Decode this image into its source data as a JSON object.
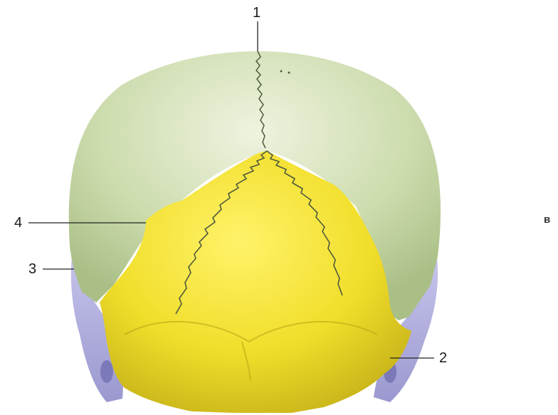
{
  "figure": {
    "panel_letter": "в",
    "callouts": [
      {
        "id": "1"
      },
      {
        "id": "2"
      },
      {
        "id": "3"
      },
      {
        "id": "4"
      }
    ],
    "colors": {
      "parietal": "#c7d9a6",
      "occipital": "#efe233",
      "temporal": "#b3b1dd",
      "suture": "#4f5a3c",
      "leader_line": "#222222"
    }
  },
  "_labels": {
    "l1": "1",
    "l2": "2",
    "l3": "3",
    "l4": "4"
  }
}
